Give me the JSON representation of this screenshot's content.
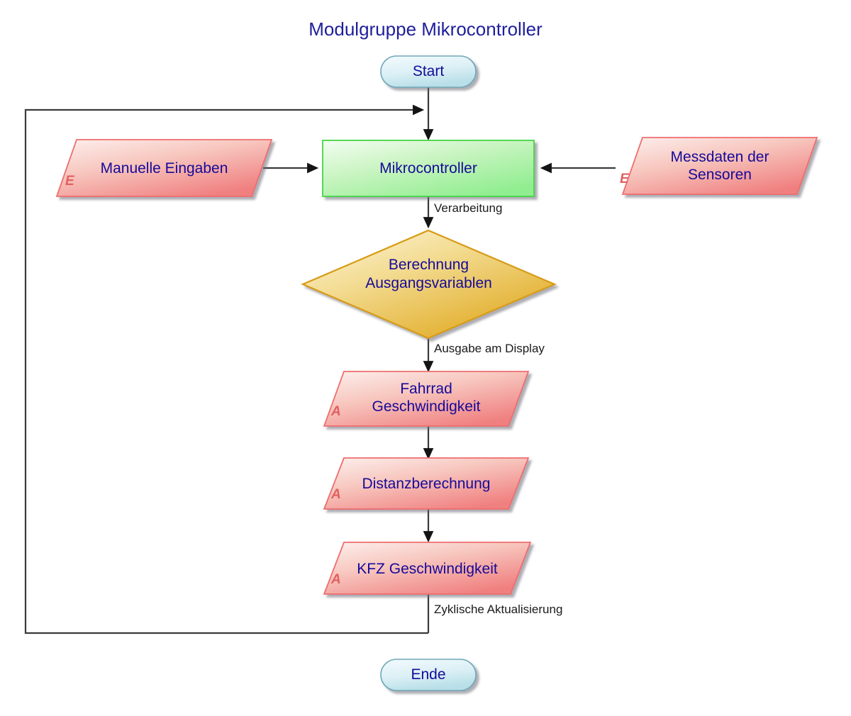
{
  "diagram": {
    "title": "Modulgruppe Mikrocontroller",
    "title_color": "#1e1e9c",
    "background": "#ffffff",
    "label_color": "#160a99",
    "edge_label_color": "#1a1a1a",
    "marker_color": "#e06060",
    "nodes": {
      "start": {
        "label": "Start",
        "shape": "rounded-pill",
        "fill_from": "#eef8fb",
        "fill_to": "#b9dfe8",
        "stroke": "#6fa8b8"
      },
      "ende": {
        "label": "Ende",
        "shape": "rounded-pill",
        "fill_from": "#eef8fb",
        "fill_to": "#b9dfe8",
        "stroke": "#6fa8b8"
      },
      "process": {
        "label": "Mikrocontroller",
        "shape": "rectangle",
        "fill_from": "#effdec",
        "fill_to": "#90ee90",
        "stroke": "#44d544"
      },
      "decision": {
        "label_line1": "Berechnung",
        "label_line2": "Ausgangsvariablen",
        "shape": "diamond",
        "fill_from": "#fcf3cd",
        "fill_to": "#e0a81e",
        "stroke": "#d79b12"
      },
      "input_left": {
        "label": "Manuelle Eingaben",
        "marker": "E",
        "shape": "parallelogram",
        "fill_from": "#fbe9e7",
        "fill_to": "#f08080",
        "stroke": "#ee6d6d"
      },
      "input_right": {
        "label_line1": "Messdaten der",
        "label_line2": "Sensoren",
        "marker": "E",
        "shape": "parallelogram",
        "fill_from": "#fbe9e7",
        "fill_to": "#f08080",
        "stroke": "#ee6d6d"
      },
      "output_1": {
        "label_line1": "Fahrrad",
        "label_line2": "Geschwindigkeit",
        "marker": "A",
        "shape": "parallelogram",
        "fill_from": "#fbe9e7",
        "fill_to": "#f08080",
        "stroke": "#ee6d6d"
      },
      "output_2": {
        "label": "Distanzberechnung",
        "marker": "A",
        "shape": "parallelogram",
        "fill_from": "#fbe9e7",
        "fill_to": "#f08080",
        "stroke": "#ee6d6d"
      },
      "output_3": {
        "label": "KFZ Geschwindigkeit",
        "marker": "A",
        "shape": "parallelogram",
        "fill_from": "#fbe9e7",
        "fill_to": "#f08080",
        "stroke": "#ee6d6d"
      }
    },
    "edge_labels": {
      "verarbeitung": "Verarbeitung",
      "ausgabe": "Ausgabe am Display",
      "zyklisch": "Zyklische Aktualisierung"
    }
  }
}
